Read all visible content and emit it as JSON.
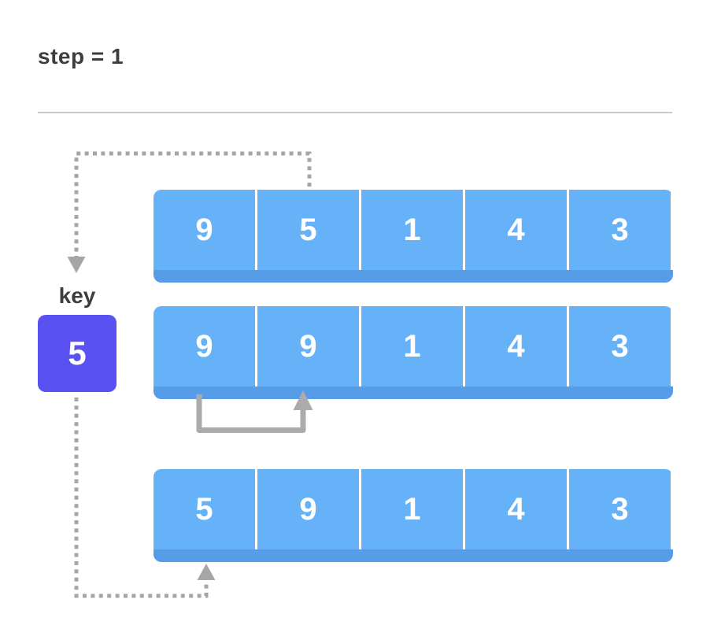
{
  "title": "step = 1",
  "key": {
    "label": "key",
    "value": "5"
  },
  "rows": [
    {
      "name": "initial-array",
      "values": [
        "9",
        "5",
        "1",
        "4",
        "3"
      ]
    },
    {
      "name": "shifted-array",
      "values": [
        "9",
        "9",
        "1",
        "4",
        "3"
      ]
    },
    {
      "name": "inserted-array",
      "values": [
        "5",
        "9",
        "1",
        "4",
        "3"
      ]
    }
  ],
  "arrows": {
    "extract": {
      "style": "dotted",
      "direction": "down",
      "meaning": "take element to key"
    },
    "shift": {
      "style": "solid",
      "direction": "up",
      "meaning": "shift element right"
    },
    "insert": {
      "style": "dotted",
      "direction": "up",
      "meaning": "place key into array"
    }
  },
  "colors": {
    "cell_fill": "#66b2f8",
    "cell_shadow": "rgba(38,76,168,0.22)",
    "key_fill": "#5a52f0",
    "number_text": "#ffffff",
    "label_text": "#3d3d3d",
    "divider_line": "#c9c9c9",
    "arrow_dotted": "#a6a6a6",
    "arrow_solid": "#ababab"
  }
}
